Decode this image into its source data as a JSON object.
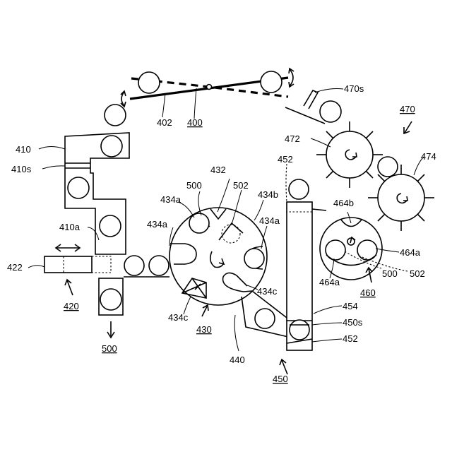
{
  "labels": {
    "l400": "400",
    "l402": "402",
    "l410": "410",
    "l410s": "410s",
    "l410a": "410a",
    "l420": "420",
    "l422": "422",
    "l430": "430",
    "l432": "432",
    "l434a_1": "434a",
    "l434a_2": "434a",
    "l434a_3": "434a",
    "l434b": "434b",
    "l434c_1": "434c",
    "l434c_2": "434c",
    "l440": "440",
    "l450": "450",
    "l450s": "450s",
    "l452_top": "452",
    "l452_bot": "452",
    "l454": "454",
    "l460": "460",
    "l464a_1": "464a",
    "l464a_2": "464a",
    "l464b": "464b",
    "l470": "470",
    "l470s": "470s",
    "l472": "472",
    "l474": "474",
    "l500_a": "500",
    "l500_b": "500",
    "l500_c": "500",
    "l502_a": "502",
    "l502_b": "502"
  }
}
